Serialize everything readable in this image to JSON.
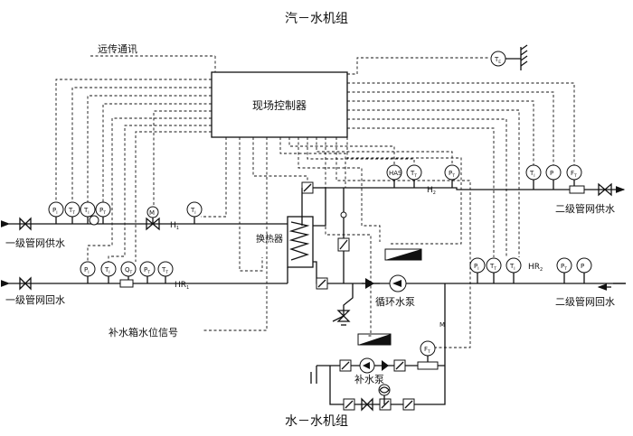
{
  "diagram": {
    "title_top": "汽－水机组",
    "title_bottom": "水－水机组",
    "remote_comm": "远传通讯",
    "controller": "现场控制器",
    "heat_exchanger": "换热器",
    "pump_circulation": "循环水泵",
    "pump_makeup": "补水泵",
    "tank_level_signal": "补水箱水位信号",
    "primary_supply": "一级管网供水",
    "primary_return": "一级管网回水",
    "secondary_supply": "二级管网供水",
    "secondary_return": "二级管网回水",
    "node_h1": "H",
    "node_hr1": "HR",
    "node_h2": "H",
    "node_hr2": "HR",
    "sub_1": "1",
    "sub_2": "2",
    "motor_m": "M",
    "gauge_p": "P",
    "gauge_t": "T",
    "gauge_f": "F",
    "gauge_q": "Q",
    "gauge_has": "HAS",
    "gauge_te": "T",
    "sub_t": "T",
    "sub_e": "E",
    "sub_pt": "T",
    "sub_tt": "T",
    "sub_ft": "T",
    "sub_qt": "T",
    "sub_pi": "I",
    "sub_ti": "I"
  }
}
